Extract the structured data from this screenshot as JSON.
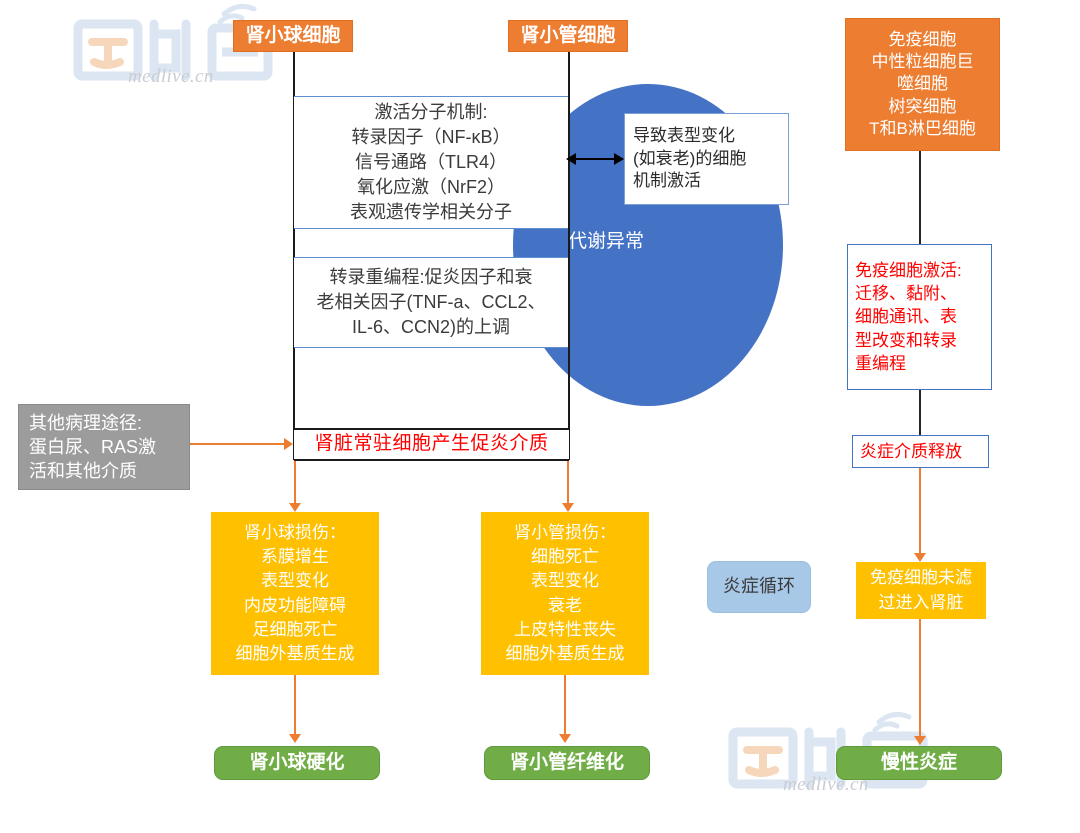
{
  "figure": {
    "title": "",
    "watermarks": [
      {
        "name": "logo-top-left",
        "text": "medlive.cn"
      },
      {
        "name": "logo-bottom-right",
        "text": "medlive.cn"
      }
    ]
  },
  "nodes": {
    "glomerular_cell": "肾小球细胞",
    "tubular_cell": "肾小管细胞",
    "immune_cells": "免疫细胞\n中性粒细胞巨\n噬细胞\n树突细胞\nT和B淋巴细胞",
    "activation_mechanism": "激活分子机制:\n转录因子（NF-ĸB）\n信号通路（TLR4）\n氧化应激（NrF2）\n表观遗传学相关分子",
    "transcription_reprogram": "转录重编程:促炎因子和衰\n老相关因子(TNF-a、CCL2、\nIL-6、CCN2)的上调",
    "phenotype_callout": "导致表型变化\n(如衰老)的细胞\n机制激活",
    "metabolic_abnormality": "代谢异常",
    "resident_cells_mediators": "肾脏常驻细胞产生促炎介质",
    "other_pathways": "其他病理途径:\n蛋白尿、RAS激\n活和其他介质",
    "immune_activation": "免疫细胞激活:\n迁移、黏附、\n细胞通讯、表\n型改变和转录\n重编程",
    "mediator_release": "炎症介质释放",
    "glomerular_injury": "肾小球损伤：\n系膜增生\n表型变化\n内皮功能障碍\n足细胞死亡\n细胞外基质生成",
    "tubular_injury": "肾小管损伤：\n细胞死亡\n表型变化\n衰老\n上皮特性丧失\n细胞外基质生成",
    "immune_unfiltered": "免疫细胞未滤\n过进入肾脏",
    "inflammation_cycle": "炎症循环",
    "glomerulosclerosis": "肾小球硬化",
    "tubular_fibrosis": "肾小管纤维化",
    "chronic_inflammation": "慢性炎症"
  },
  "colors": {
    "orange": "#ed7d31",
    "yellow": "#ffc000",
    "green": "#70ad47",
    "blue": "#4472c4",
    "light_blue": "#a8c8e8",
    "gray": "#9c9c9c",
    "red_text": "#ff0000",
    "arrow": "#ed7d31"
  }
}
